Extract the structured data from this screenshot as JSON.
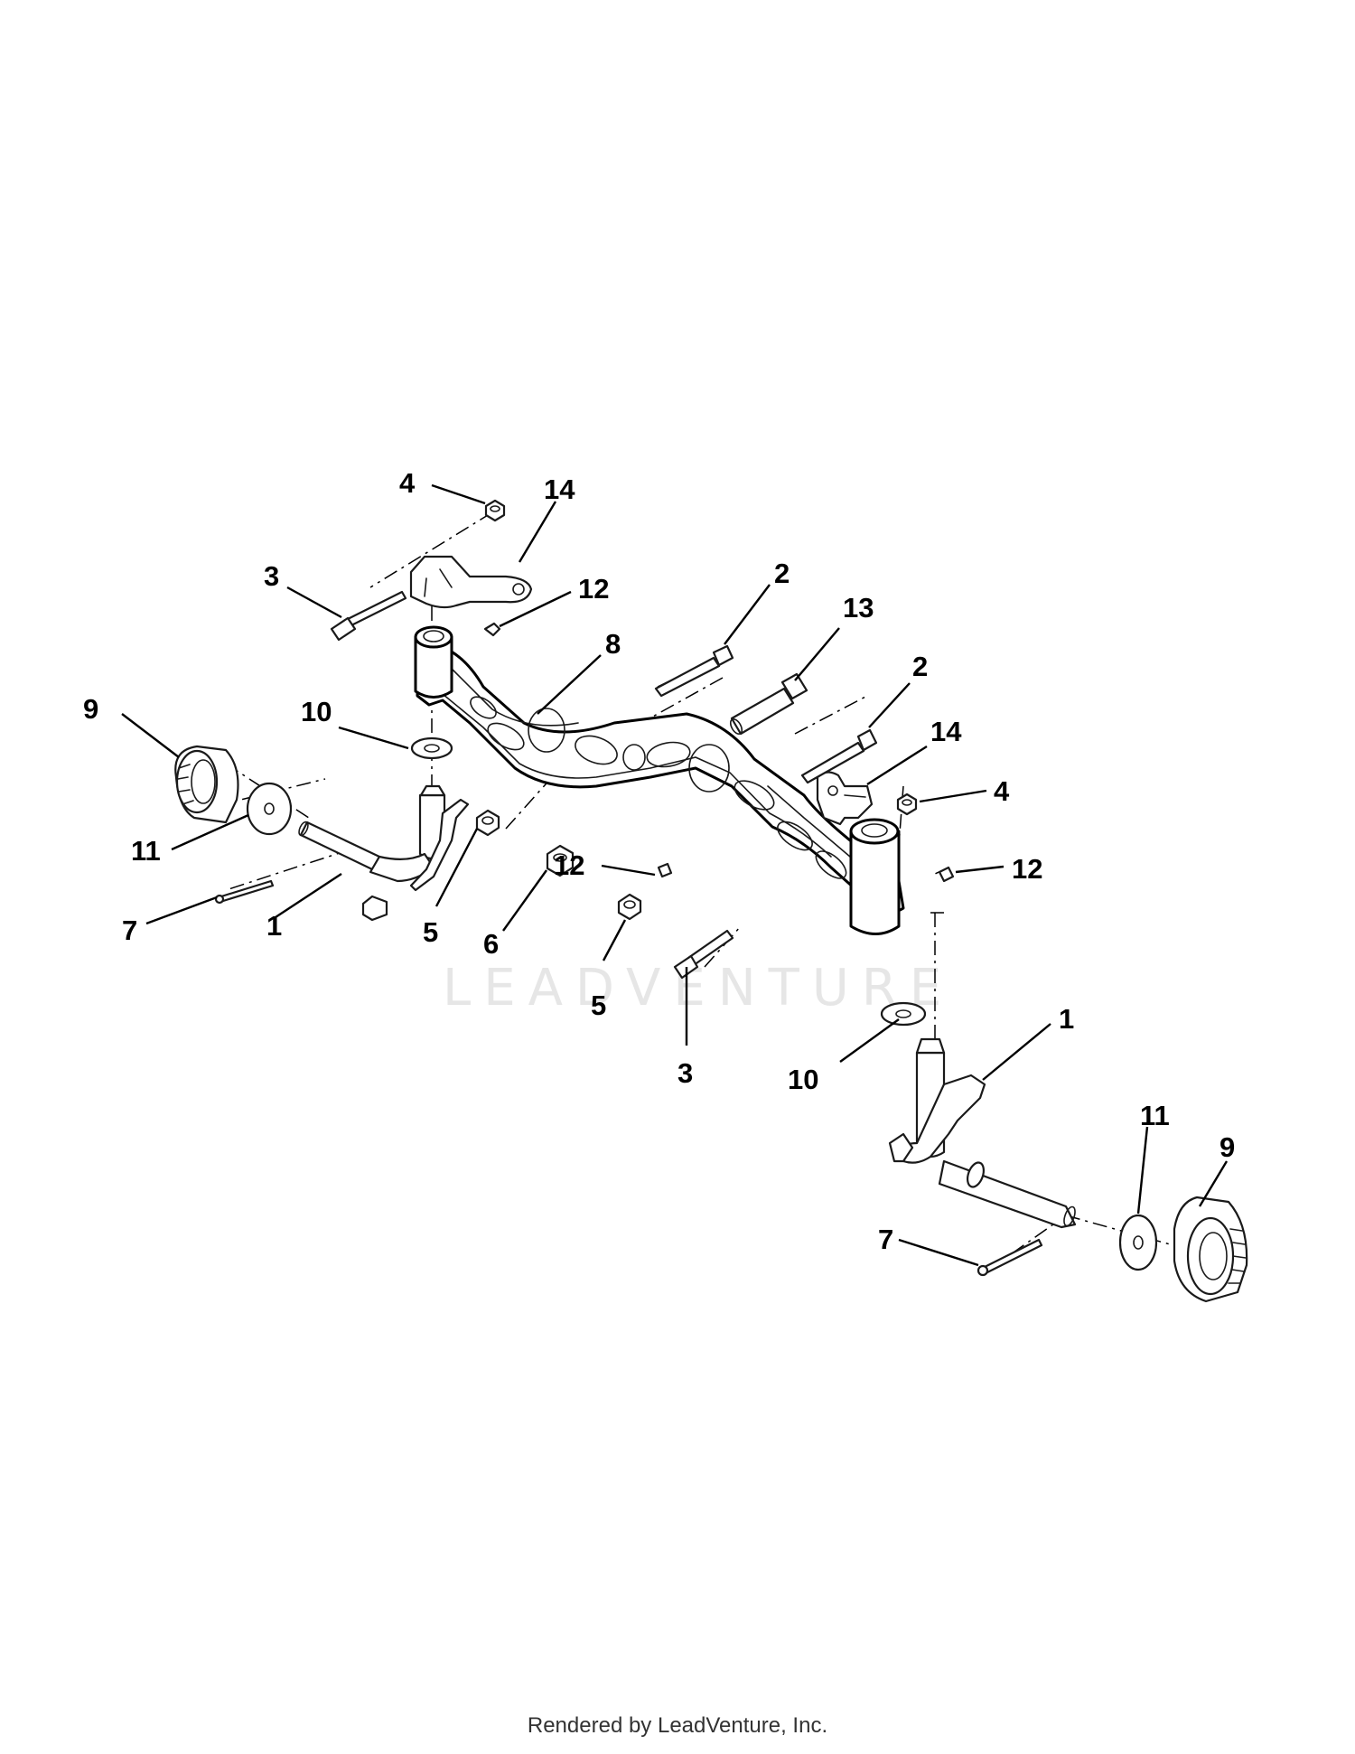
{
  "watermark": "LEADVENTURE",
  "footer": "Rendered by LeadVenture, Inc.",
  "callouts": {
    "c1a": "1",
    "c1b": "1",
    "c2a": "2",
    "c2b": "2",
    "c3a": "3",
    "c3b": "3",
    "c4a": "4",
    "c4b": "4",
    "c5a": "5",
    "c5b": "5",
    "c6": "6",
    "c7a": "7",
    "c7b": "7",
    "c8": "8",
    "c9a": "9",
    "c9b": "9",
    "c10a": "10",
    "c10b": "10",
    "c11a": "11",
    "c11b": "11",
    "c12a": "12",
    "c12b": "12",
    "c12c": "12",
    "c13": "13",
    "c14a": "14",
    "c14b": "14"
  }
}
